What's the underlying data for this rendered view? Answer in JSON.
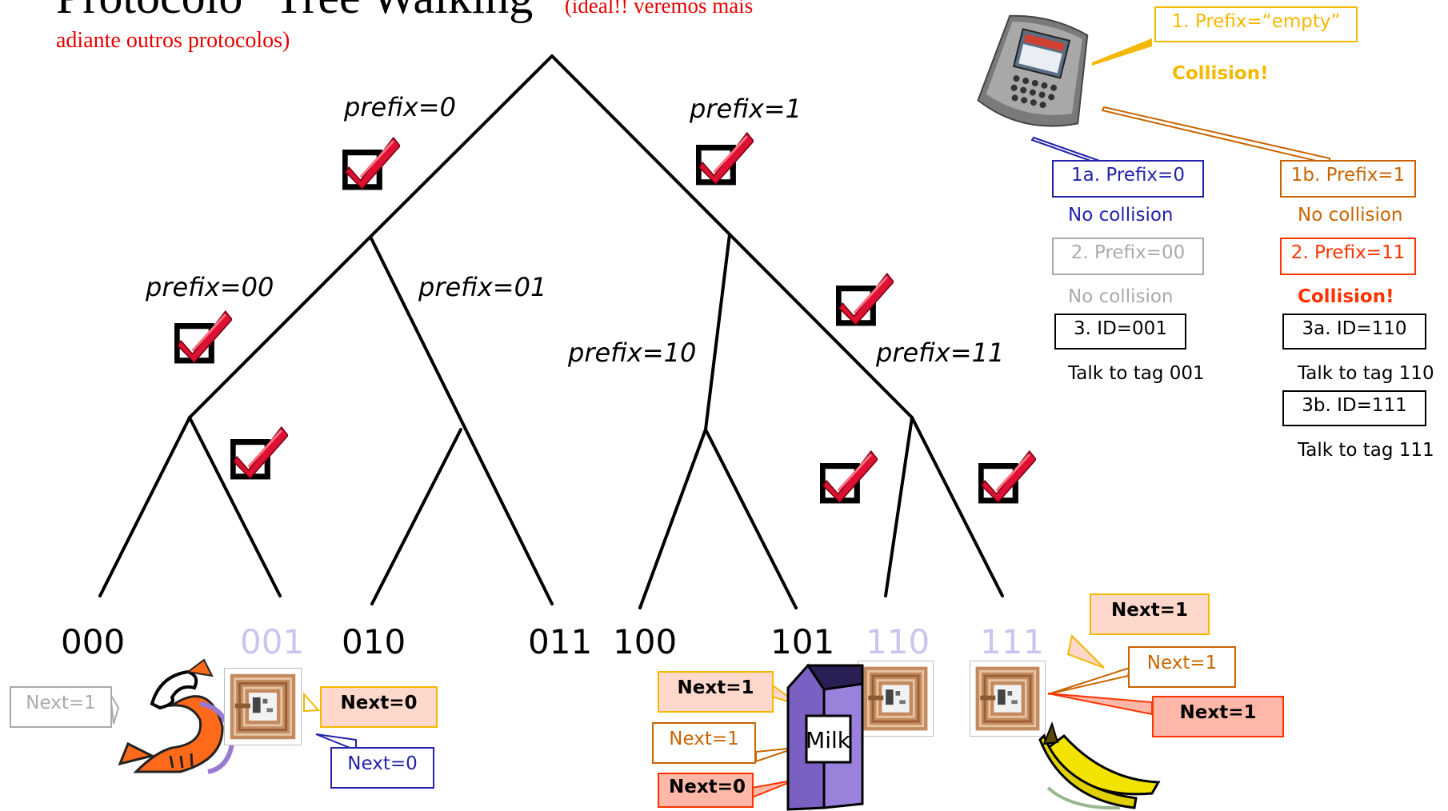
{
  "title": {
    "main": "Protocolo \"Tree Walking\"",
    "note": "(ideal!! veremos mais",
    "note_cont": "adiante outros protocolos)"
  },
  "tree": {
    "prefix_labels": [
      "prefix=0",
      "prefix=1",
      "prefix=00",
      "prefix=01",
      "prefix=10",
      "prefix=11"
    ],
    "leaves": [
      {
        "id": "000",
        "faded": false
      },
      {
        "id": "001",
        "faded": true
      },
      {
        "id": "010",
        "faded": false
      },
      {
        "id": "011",
        "faded": false
      },
      {
        "id": "100",
        "faded": false
      },
      {
        "id": "101",
        "faded": false
      },
      {
        "id": "110",
        "faded": true
      },
      {
        "id": "111",
        "faded": true
      }
    ]
  },
  "reader_steps": {
    "step1": "1. Prefix=“empty”",
    "collision1": "Collision!",
    "step1a": "1a. Prefix=0",
    "no_collision_1a": "No collision",
    "step2_00": "2. Prefix=00",
    "no_collision_00": "No collision",
    "step3": "3. ID=001",
    "talk_001": "Talk to tag 001",
    "step1b": "1b. Prefix=1",
    "no_collision_1b": "No collision",
    "step2_11": "2. Prefix=11",
    "collision_11": "Collision!",
    "step3a": "3a. ID=110",
    "talk_110": "Talk to tag 110",
    "step3b": "3b. ID=111",
    "talk_111": "Talk to tag 111"
  },
  "callouts": {
    "tag001_gray": "Next=1",
    "tag001_bold": "Next=0",
    "tag001_blue": "Next=0",
    "tag110_yellow": "Next=1",
    "tag110_orange": "Next=1",
    "tag110_red": "Next=0",
    "tag111_yellow": "Next=1",
    "tag111_orange": "Next=1",
    "tag111_red": "Next=1"
  },
  "product_labels": {
    "milk": "Milk"
  },
  "colors": {
    "title_note": "#e60000",
    "yellow": "#f5b800",
    "blue": "#2222aa",
    "orange": "#c86400",
    "gray": "#aaaaaa",
    "red": "#ff3300",
    "faded_leaf": "#c8c6ee"
  },
  "icons": [
    "checkmark-icon",
    "rfid-reader-icon",
    "rfid-tag-icon",
    "shrimp-icon",
    "milk-carton-icon",
    "banana-icon"
  ]
}
